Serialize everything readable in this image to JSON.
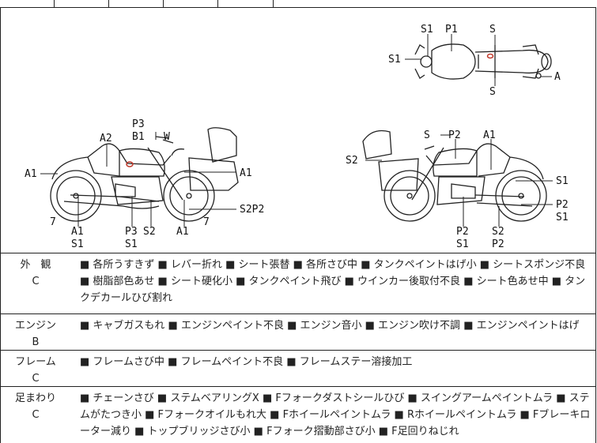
{
  "diagram": {
    "top_view": {
      "s1_top": "S1",
      "p1": "P1",
      "s_top": "S",
      "s1_left": "S1",
      "a_right": "A",
      "s_bottom": "S"
    },
    "left_view": {
      "p3": "P3",
      "b1_w": "B1",
      "w": "W",
      "a2": "A2",
      "a1_left": "A1",
      "a1_right": "A1",
      "seven_left": "7",
      "a1_bottom": "A1",
      "s1_bottom": "S1",
      "p3_bottom": "P3",
      "s2_bottom": "S2",
      "s1_bottom2": "S1",
      "a1_bottom2": "A1",
      "seven_right": "7",
      "s2p2": "S2P2"
    },
    "right_view": {
      "s_top": "S",
      "p2_top": "P2",
      "a1_top": "A1",
      "s2_left": "S2",
      "s1_right": "S1",
      "p2_right": "P2",
      "s1_right2": "S1",
      "p2_bottom": "P2",
      "s1_bottom": "S1",
      "s2_bottom": "S2",
      "p2_bottom2": "P2"
    }
  },
  "rows": [
    {
      "category": "外　観",
      "grade": "C",
      "text": "■ 各所うすきず ■ レバー折れ ■ シート張替 ■ 各所さび中 ■ タンクペイントはげ小 ■ シートスポンジ不良 ■ 樹脂部色あせ ■ シート硬化小 ■ タンクペイント飛び ■ ウインカー後取付不良 ■ シート色あせ中 ■ タンクデカールひび割れ"
    },
    {
      "category": "エンジン",
      "grade": "B",
      "text": "■ キャブガスもれ ■ エンジンペイント不良 ■ エンジン音小 ■ エンジン吹け不調 ■ エンジンペイントはげ"
    },
    {
      "category": "フレーム",
      "grade": "C",
      "text": "■ フレームさび中 ■ フレームペイント不良 ■ フレームステー溶接加工"
    },
    {
      "category": "足まわり",
      "grade": "C",
      "text": "■ チェーンさび ■ ステムベアリングX ■ Fフォークダストシールひび ■ スイングアームペイントムラ ■ ステムがたつき小 ■ Fフォークオイルもれ大 ■ Fホイールペイントムラ ■ Rホイールペイントムラ ■ Fブレーキローター減り ■ トップブリッジさび小 ■ Fフォーク摺動部さび小 ■ F足回りねじれ"
    }
  ]
}
